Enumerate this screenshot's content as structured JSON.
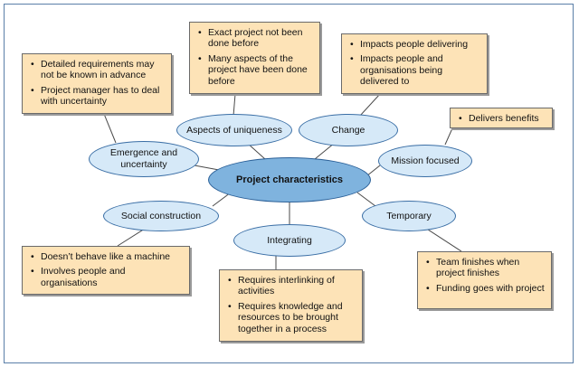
{
  "center": {
    "label": "Project characteristics"
  },
  "nodes": [
    {
      "id": "emergence",
      "label": "Emergence and uncertainty",
      "points": [
        "Detailed requirements may not be known in advance",
        "Project manager has to deal with uncertainty"
      ]
    },
    {
      "id": "uniqueness",
      "label": "Aspects of uniqueness",
      "points": [
        "Exact project not been done before",
        "Many aspects of the project have been done before"
      ]
    },
    {
      "id": "change",
      "label": "Change",
      "points": [
        "Impacts people delivering",
        "Impacts people and organisations being delivered to"
      ]
    },
    {
      "id": "mission",
      "label": "Mission focused",
      "points": [
        "Delivers benefits"
      ]
    },
    {
      "id": "temporary",
      "label": "Temporary",
      "points": [
        "Team finishes when project finishes",
        "Funding goes with project"
      ]
    },
    {
      "id": "integrating",
      "label": "Integrating",
      "points": [
        "Requires interlinking of activities",
        "Requires knowledge and resources to be brought together in a process"
      ]
    },
    {
      "id": "social",
      "label": "Social construction",
      "points": [
        "Doesn’t behave like a machine",
        "Involves people and organisations"
      ]
    }
  ],
  "colors": {
    "box_fill": "#fde3b7",
    "ellipse_fill": "#d6e9f8",
    "center_fill": "#7fb3de",
    "line": "#4a4a4a"
  }
}
